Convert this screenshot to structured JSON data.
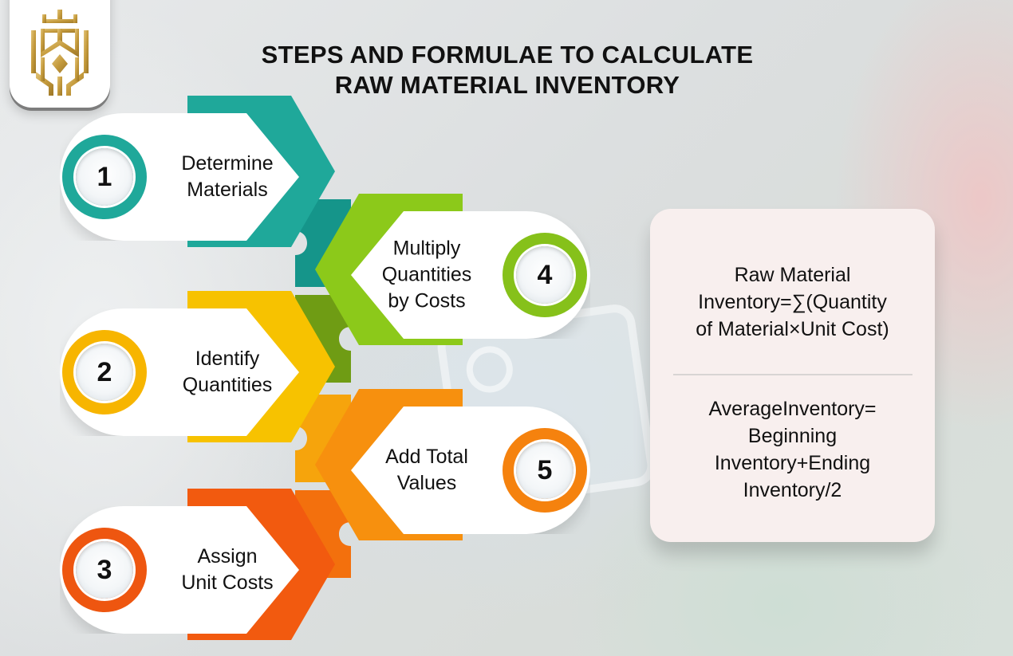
{
  "title": {
    "line1": "STEPS AND FORMULAE TO CALCULATE",
    "line2": "RAW MATERIAL INVENTORY"
  },
  "logo": {
    "icon": "crown-shield-logo-icon",
    "color": "#c9a449"
  },
  "steps": [
    {
      "number": "1",
      "line1": "Determine",
      "line2": "Materials",
      "line3": "",
      "color": "#1fa89a",
      "side": "left"
    },
    {
      "number": "2",
      "line1": "Identify",
      "line2": "Quantities",
      "line3": "",
      "color": "#f7c200",
      "side": "left"
    },
    {
      "number": "3",
      "line1": "Assign",
      "line2": "Unit Costs",
      "line3": "",
      "color": "#f25a0f",
      "side": "left"
    },
    {
      "number": "4",
      "line1": "Multiply",
      "line2": "Quantities",
      "line3": "by Costs",
      "color": "#8cc91a",
      "side": "right"
    },
    {
      "number": "5",
      "line1": "Add Total",
      "line2": "Values",
      "line3": "",
      "color": "#f7900e",
      "side": "right"
    }
  ],
  "formulas": {
    "raw_material": {
      "line1": "Raw Material",
      "line2": "Inventory=∑(Quantity",
      "line3": "of Material×Unit Cost)"
    },
    "average_inventory": {
      "line1": "AverageInventory=",
      "line2": "Beginning",
      "line3": "Inventory+Ending",
      "line4": "Inventory/2"
    }
  }
}
